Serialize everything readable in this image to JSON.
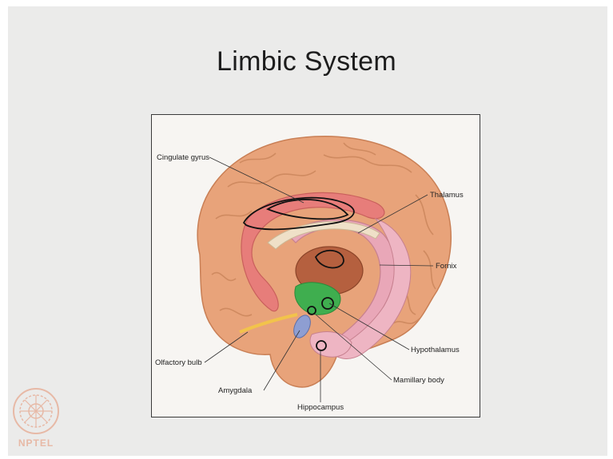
{
  "slide": {
    "title": "Limbic System",
    "logo_text": "NPTEL"
  },
  "diagram": {
    "labels": {
      "cingulate_gyrus": "Cingulate gyrus",
      "thalamus": "Thalamus",
      "fornix": "Fornix",
      "olfactory_bulb": "Olfactory bulb",
      "hypothalamus": "Hypothalamus",
      "amygdala": "Amygdala",
      "mamillary_body": "Mamillary body",
      "hippocampus": "Hippocampus"
    },
    "colors": {
      "cortex": "#e8a37a",
      "cortex_shade": "#d98b61",
      "cingulate": "#e77d7a",
      "fornix": "#e9a7b8",
      "thalamus": "#b5603f",
      "hypothalamus": "#3fae4f",
      "amygdala": "#8e9ed2",
      "olfactory": "#f2c34b",
      "annotation_ink": "#111111"
    }
  }
}
